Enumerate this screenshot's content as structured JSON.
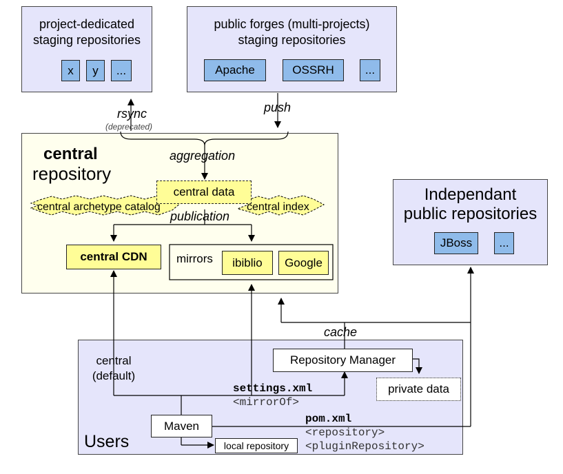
{
  "staging_project": {
    "title_line1": "project-dedicated",
    "title_line2": "staging repositories",
    "items": [
      "x",
      "y",
      "..."
    ]
  },
  "staging_forges": {
    "title_line1": "public forges (multi-projects)",
    "title_line2": "staging repositories",
    "items": [
      "Apache",
      "OSSRH",
      "..."
    ]
  },
  "edges": {
    "rsync": "rsync",
    "deprecated": "(deprecated)",
    "push": "push",
    "aggregation": "aggregation",
    "publication": "publication",
    "cache": "cache"
  },
  "central": {
    "title_bold": "central",
    "title_rest": "repository",
    "data": "central data",
    "archetype_catalog": "central archetype catalog",
    "index": "central index",
    "cdn": "central CDN",
    "mirrors_label": "mirrors",
    "mirrors": [
      "ibiblio",
      "Google"
    ]
  },
  "independant": {
    "title_line1": "Independant",
    "title_line2": "public repositories",
    "items": [
      "JBoss",
      "..."
    ]
  },
  "users": {
    "title": "Users",
    "central_default_line1": "central",
    "central_default_line2": "(default)",
    "repository_manager": "Repository Manager",
    "private_data": "private data",
    "settings_xml": "settings.xml",
    "mirror_of": "<mirrorOf>",
    "maven": "Maven",
    "pom_xml": "pom.xml",
    "repository_tag": "<repository>",
    "plugin_repository_tag": "<pluginRepository>",
    "local_repository": "local repository"
  }
}
